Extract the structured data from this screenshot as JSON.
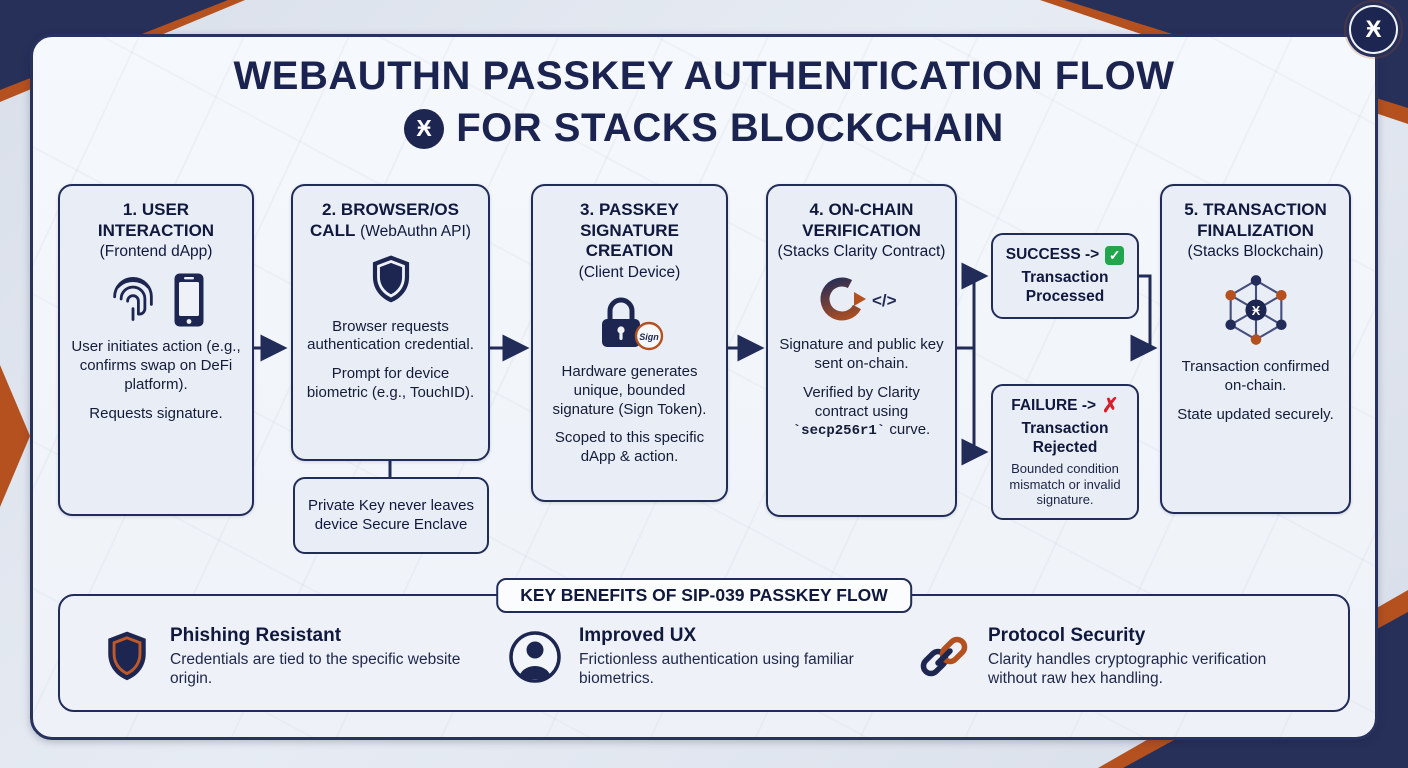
{
  "brand": {
    "symbol": "Ӿ"
  },
  "title": {
    "line1": "WEBAUTHN PASSKEY AUTHENTICATION FLOW",
    "line2": "FOR STACKS BLOCKCHAIN"
  },
  "steps": [
    {
      "title": "1. USER INTERACTION",
      "subtitle": "(Frontend dApp)",
      "body1": "User initiates action (e.g., confirms swap on DeFi platform).",
      "body2": "Requests signature."
    },
    {
      "title": "2. BROWSER/OS CALL",
      "subtitle": "(WebAuthn API)",
      "body1": "Browser requests authentication credential.",
      "body2": "Prompt for device biometric (e.g., TouchID).",
      "note": "Private Key never leaves device Secure Enclave"
    },
    {
      "title": "3. PASSKEY SIGNATURE CREATION",
      "subtitle": "(Client Device)",
      "body1": "Hardware generates unique, bounded signature (Sign Token).",
      "body2": "Scoped to this specific dApp & action."
    },
    {
      "title": "4. ON-CHAIN VERIFICATION",
      "subtitle": "(Stacks Clarity Contract)",
      "body1": "Signature and public key sent on-chain.",
      "body2_pre": "Verified by Clarity contract using",
      "body2_code": "`secp256r1`",
      "body2_post": "curve."
    },
    {
      "title": "5. TRANSACTION FINALIZATION",
      "subtitle": "(Stacks Blockchain)",
      "body1": "Transaction confirmed on-chain.",
      "body2": "State updated securely."
    }
  ],
  "outcomes": {
    "success": {
      "label": "SUCCESS ->",
      "check": "✓",
      "sub": "Transaction Processed"
    },
    "failure": {
      "label": "FAILURE ->",
      "cross": "✗",
      "sub": "Transaction Rejected",
      "detail": "Bounded condition mismatch or invalid signature."
    }
  },
  "benefits": {
    "header": "KEY BENEFITS OF SIP-039 PASSKEY FLOW",
    "items": [
      {
        "title": "Phishing Resistant",
        "desc": "Credentials are tied to the specific website origin."
      },
      {
        "title": "Improved UX",
        "desc": "Frictionless authentication using familiar biometrics."
      },
      {
        "title": "Protocol Security",
        "desc": "Clarity handles cryptographic verification without raw hex handling."
      }
    ]
  },
  "icons": {
    "lock_badge": "Sign",
    "clarity_code": "</>"
  },
  "colors": {
    "navy": "#222c58",
    "orange": "#b4511f",
    "success_green": "#21a54d",
    "failure_red": "#d61f2c"
  }
}
